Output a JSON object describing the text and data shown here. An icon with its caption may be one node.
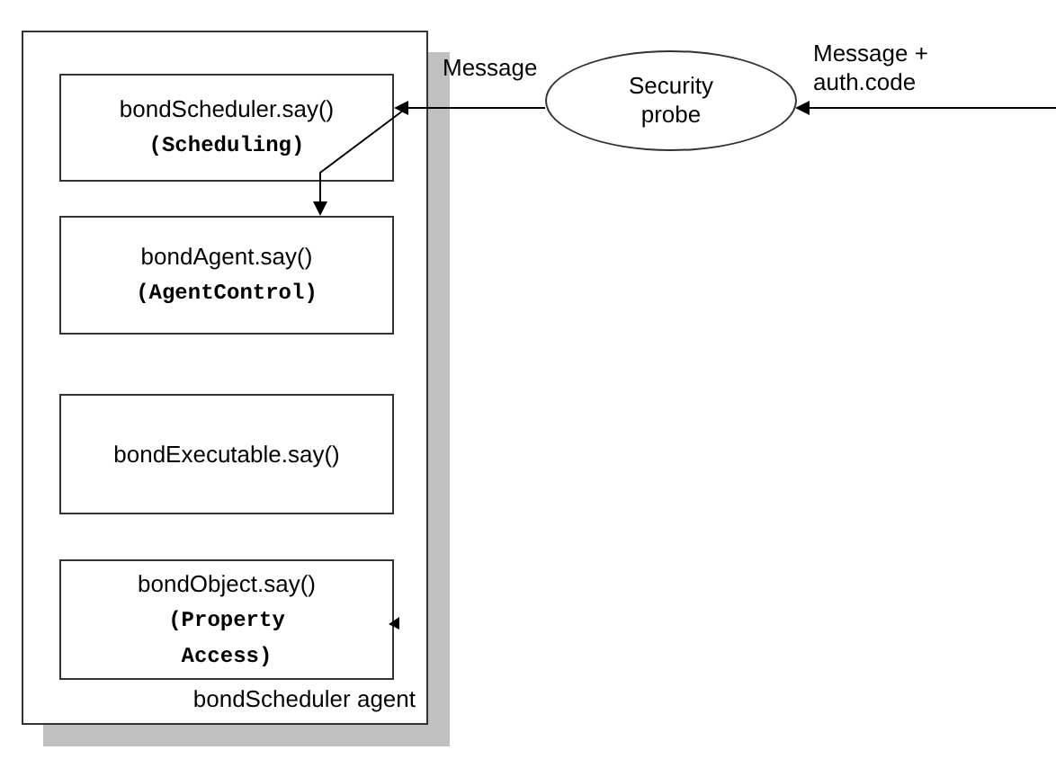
{
  "diagram": {
    "nodes": [
      {
        "text": [
          "bondScheduler agent"
        ]
      },
      {
        "text": [
          "bondScheduler.say()",
          "(Scheduling)"
        ],
        "in": 0
      },
      {
        "text": [
          "bondAgent.say()",
          "(AgentControl)"
        ],
        "in": 0
      },
      {
        "text": [
          "bondExecutable.say()"
        ],
        "in": 0
      },
      {
        "text": [
          "bondObject.say()",
          "(Property Access)"
        ],
        "in": 0
      },
      {
        "text": [
          "Security probe"
        ]
      }
    ],
    "edges": [
      {
        "from": null,
        "to": 5,
        "arrow": "to",
        "label": "Message + auth.code"
      },
      {
        "from": 5,
        "to": 1,
        "arrow": "to",
        "label": "Message"
      },
      {
        "from": 1,
        "to": 2,
        "arrow": "to"
      }
    ]
  }
}
